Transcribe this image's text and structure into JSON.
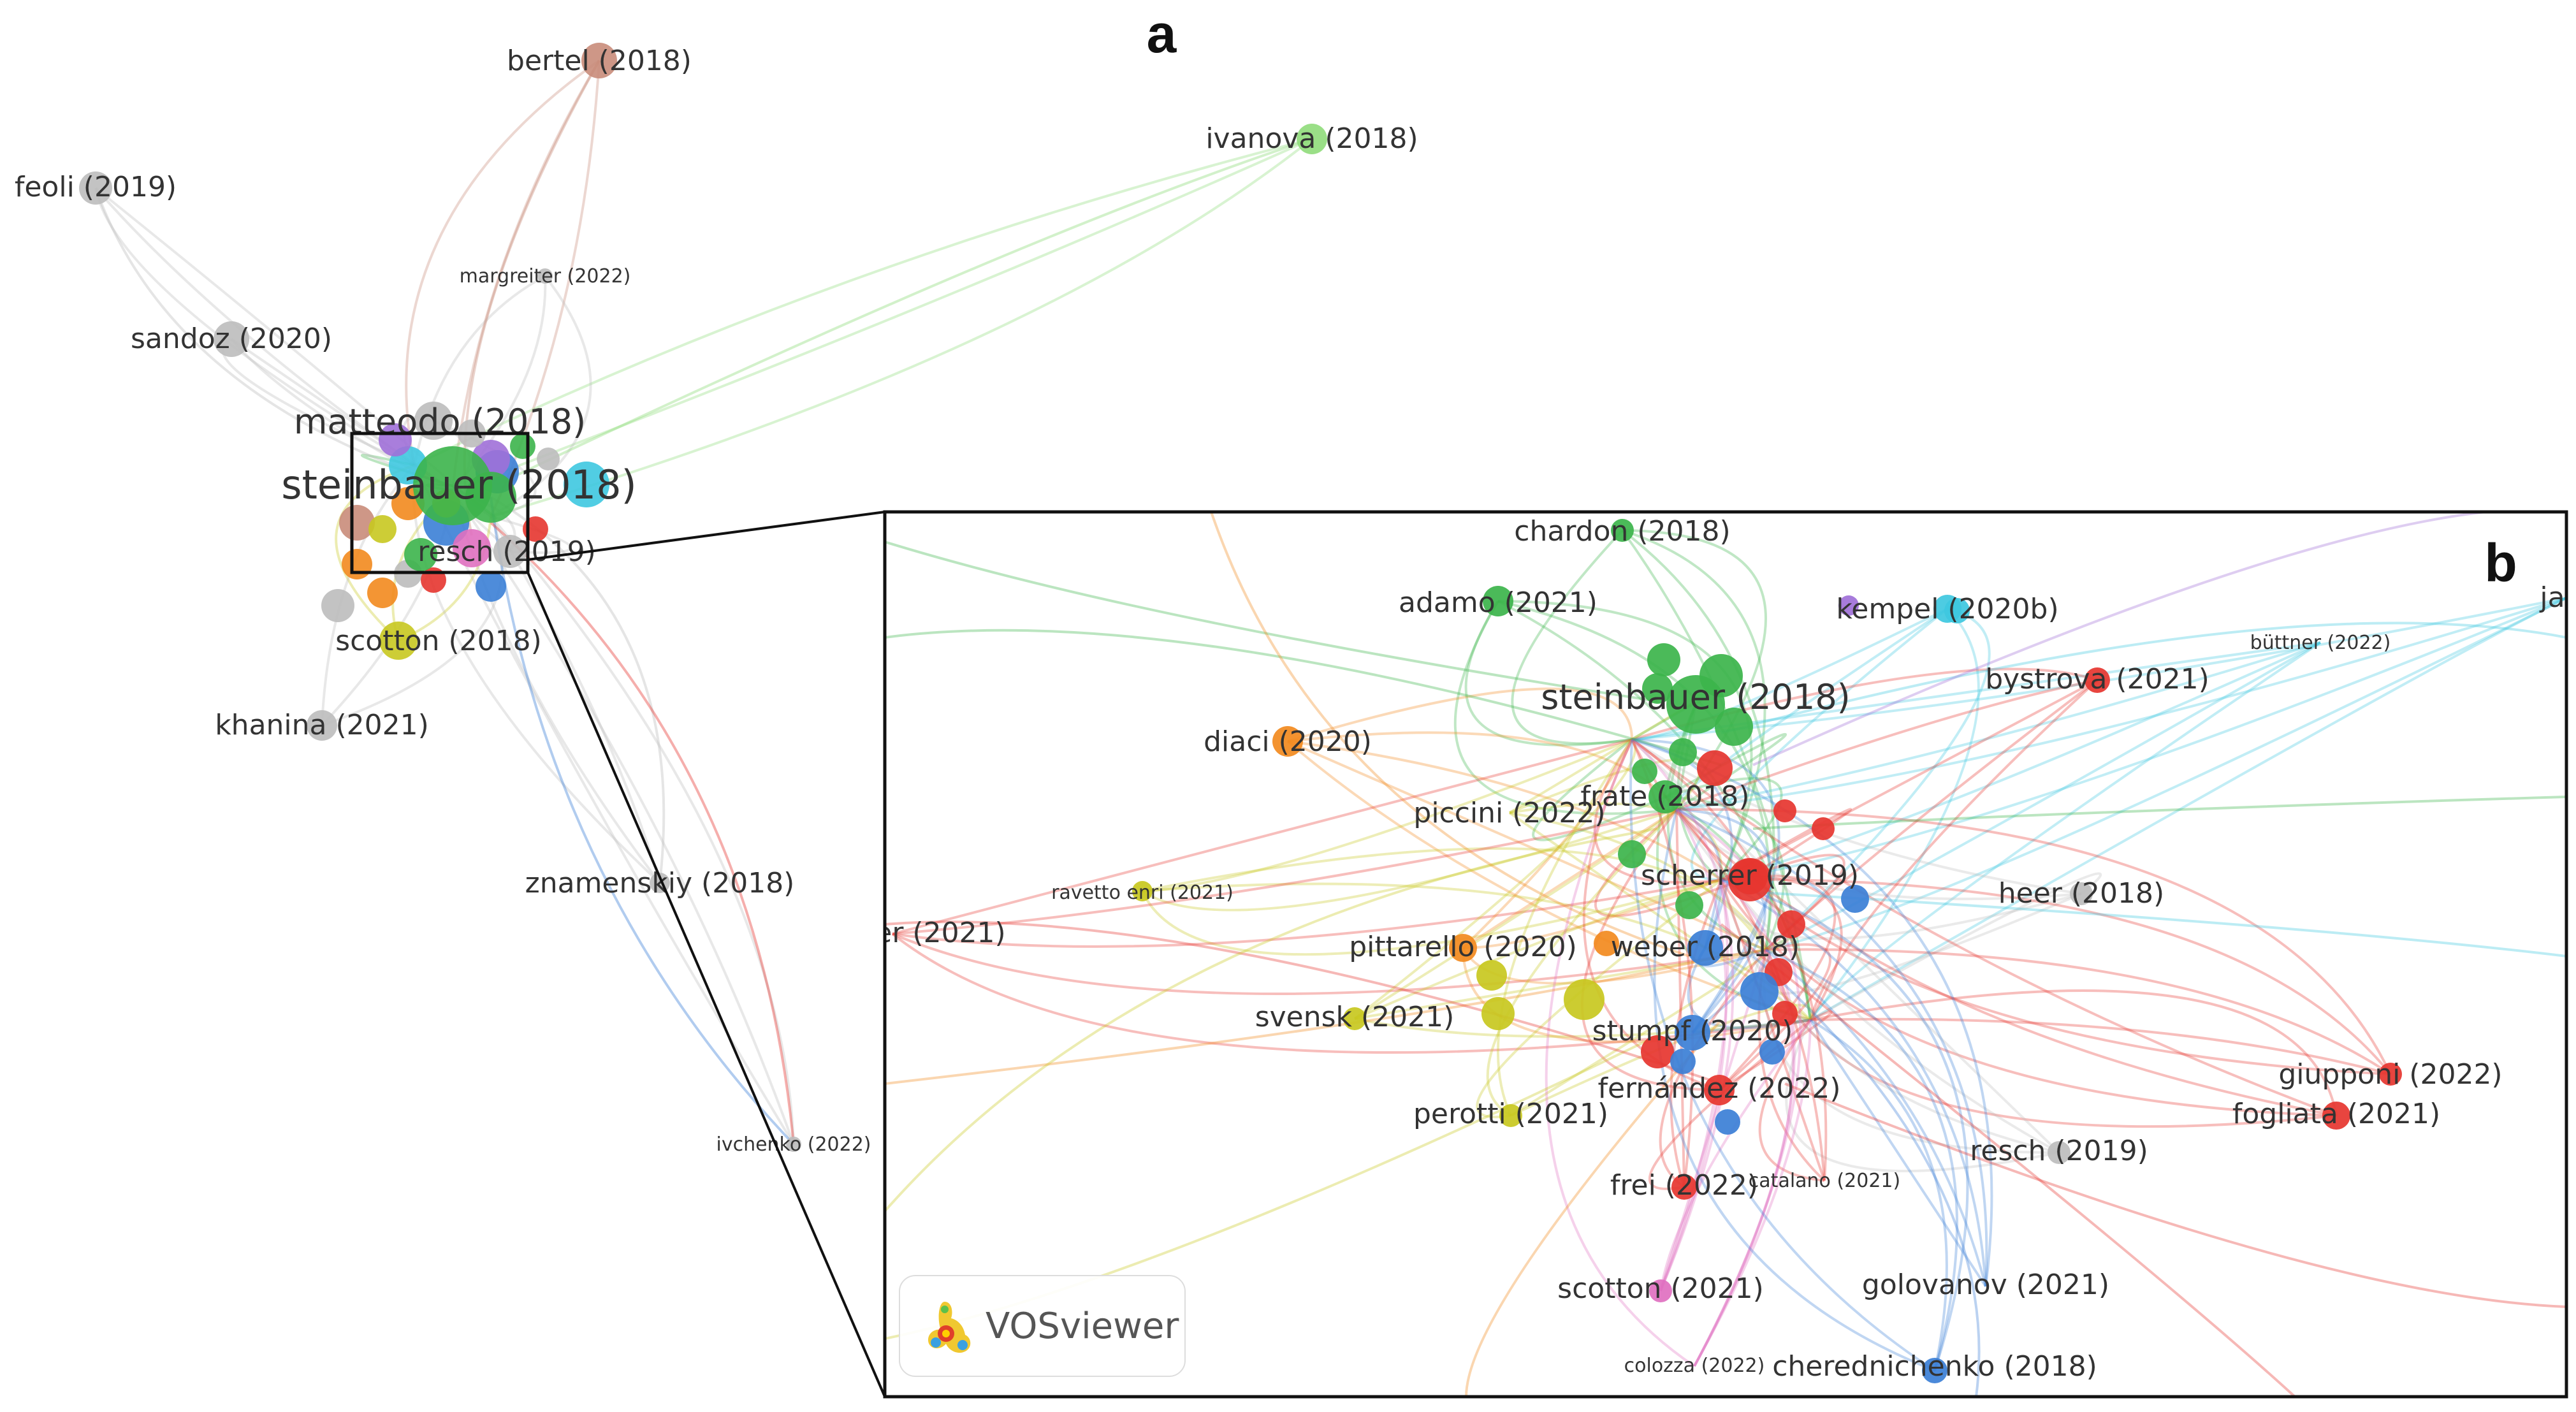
{
  "panel_labels": {
    "a": "a",
    "b": "b"
  },
  "watermark": {
    "text": "VOSviewer",
    "icon": "vosviewer-logo-icon"
  },
  "cluster_colors": {
    "green": "#3cb44b",
    "red": "#e6352f",
    "blue": "#3b7fd6",
    "yellow": "#c8c820",
    "orange": "#f28a1e",
    "cyan": "#3ec8e0",
    "purple": "#a070d8",
    "pink": "#e070c0",
    "gray": "#bdbdbd",
    "brown": "#c98c7a",
    "lightgreen": "#8fdc7a"
  },
  "overview": {
    "labels": [
      {
        "id": "bertel",
        "text": "bertel (2018)",
        "color": "brown",
        "size": "m"
      },
      {
        "id": "ivanova",
        "text": "ivanova (2018)",
        "color": "lightgreen",
        "size": "m"
      },
      {
        "id": "feoli",
        "text": "feoli (2019)",
        "color": "gray",
        "size": "m"
      },
      {
        "id": "margreiter",
        "text": "margreiter (2022)",
        "color": "gray",
        "size": "s"
      },
      {
        "id": "sandoz",
        "text": "sandoz (2020)",
        "color": "gray",
        "size": "m"
      },
      {
        "id": "matteodo",
        "text": "matteodo (2018)",
        "color": "gray",
        "size": "l"
      },
      {
        "id": "steinbauer",
        "text": "steinbauer (2018)",
        "color": "green",
        "size": "xl"
      },
      {
        "id": "resch",
        "text": "resch (2019)",
        "color": "gray",
        "size": "m"
      },
      {
        "id": "scotton",
        "text": "scotton (2018)",
        "color": "yellow",
        "size": "m"
      },
      {
        "id": "khanina",
        "text": "khanina (2021)",
        "color": "gray",
        "size": "m"
      },
      {
        "id": "znamenskiy",
        "text": "znamenskiy (2018)",
        "color": "gray",
        "size": "m"
      },
      {
        "id": "ivchenko",
        "text": "ivchenko (2022)",
        "color": "gray",
        "size": "s"
      }
    ]
  },
  "zoom": {
    "labels": [
      {
        "id": "chardon",
        "text": "chardon (2018)",
        "color": "green",
        "size": "m"
      },
      {
        "id": "adamo",
        "text": "adamo (2021)",
        "color": "green",
        "size": "m"
      },
      {
        "id": "kempel",
        "text": "kempel (2020b)",
        "color": "cyan",
        "size": "m"
      },
      {
        "id": "ja",
        "text": "ja",
        "color": "cyan",
        "size": "m"
      },
      {
        "id": "buttner",
        "text": "büttner (2022)",
        "color": "cyan",
        "size": "s"
      },
      {
        "id": "steinbauer",
        "text": "steinbauer (2018)",
        "color": "green",
        "size": "l"
      },
      {
        "id": "bystrova",
        "text": "bystrova (2021)",
        "color": "red",
        "size": "m"
      },
      {
        "id": "diaci",
        "text": "diaci (2020)",
        "color": "orange",
        "size": "m"
      },
      {
        "id": "piccini",
        "text": "piccini (2022)",
        "color": "yellow",
        "size": "m"
      },
      {
        "id": "frate",
        "text": "frate (2018)",
        "color": "green",
        "size": "m"
      },
      {
        "id": "scherrer",
        "text": "scherrer (2019)",
        "color": "red",
        "size": "m"
      },
      {
        "id": "ravetto",
        "text": "ravetto enri (2021)",
        "color": "yellow",
        "size": "s"
      },
      {
        "id": "heer",
        "text": "heer (2018)",
        "color": "gray",
        "size": "m"
      },
      {
        "id": "er",
        "text": "er (2021)",
        "color": "red",
        "size": "m"
      },
      {
        "id": "pittarello",
        "text": "pittarello (2020)",
        "color": "orange",
        "size": "m"
      },
      {
        "id": "weber",
        "text": "weber (2018)",
        "color": "blue",
        "size": "m"
      },
      {
        "id": "svensk",
        "text": "svensk (2021)",
        "color": "yellow",
        "size": "m"
      },
      {
        "id": "stumpf",
        "text": "stumpf (2020)",
        "color": "blue",
        "size": "m"
      },
      {
        "id": "giupponi",
        "text": "giupponi (2022)",
        "color": "red",
        "size": "m"
      },
      {
        "id": "fernandez",
        "text": "fernández (2022)",
        "color": "red",
        "size": "m"
      },
      {
        "id": "perotti",
        "text": "perotti (2021)",
        "color": "yellow",
        "size": "m"
      },
      {
        "id": "fogliata",
        "text": "fogliata (2021)",
        "color": "red",
        "size": "m"
      },
      {
        "id": "resch",
        "text": "resch (2019)",
        "color": "gray",
        "size": "m"
      },
      {
        "id": "frei",
        "text": "frei (2022)",
        "color": "red",
        "size": "m"
      },
      {
        "id": "catalano",
        "text": "catalano (2021)",
        "color": "red",
        "size": "s"
      },
      {
        "id": "scotton21",
        "text": "scotton (2021)",
        "color": "pink",
        "size": "m"
      },
      {
        "id": "golovanov",
        "text": "golovanov (2021)",
        "color": "blue",
        "size": "m"
      },
      {
        "id": "colozza",
        "text": "colozza (2022)",
        "color": "pink",
        "size": "s"
      },
      {
        "id": "cherednichenko",
        "text": "cherednichenko (2018)",
        "color": "blue",
        "size": "m"
      }
    ]
  }
}
